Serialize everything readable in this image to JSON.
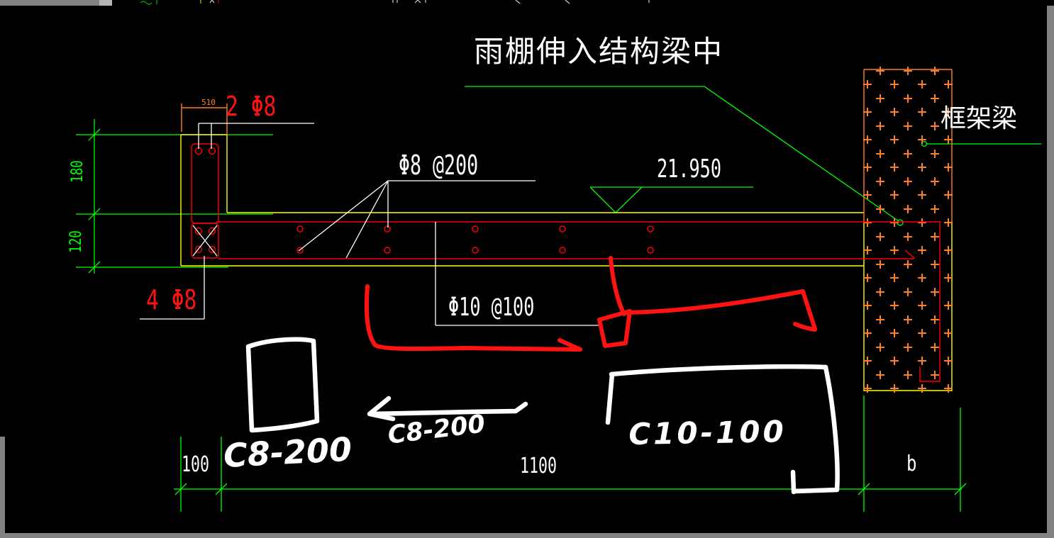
{
  "window": {
    "canvas_bg": "#000000",
    "border_color": "#828282"
  },
  "colors": {
    "dimension_green": "#00ff00",
    "concrete_yellow": "#ffff00",
    "rebar_red": "#ff0000",
    "hatch_orange": "#ff7f27",
    "cad_white": "#ffffff",
    "marker_red": "#ff1212"
  },
  "drawing": {
    "title": "雨棚伸入结构梁中",
    "frame_beam_label": "框架梁",
    "elevation": "21.950",
    "rebar_labels": {
      "top_bars": "2 Φ8",
      "upstand_bars": "4 Φ8",
      "slab_top_bars": "Φ8 @200",
      "slab_bottom_bars": "Φ10 @100"
    },
    "dimensions": {
      "upstand_width": "510",
      "upstand_height": "180",
      "slab_depth": "120",
      "left_offset": "100",
      "span": "1100",
      "beam_width": "b"
    },
    "handwritten_notes": {
      "note_left": "C8-200",
      "note_middle": "C8-200",
      "note_right": "C10-100"
    }
  }
}
